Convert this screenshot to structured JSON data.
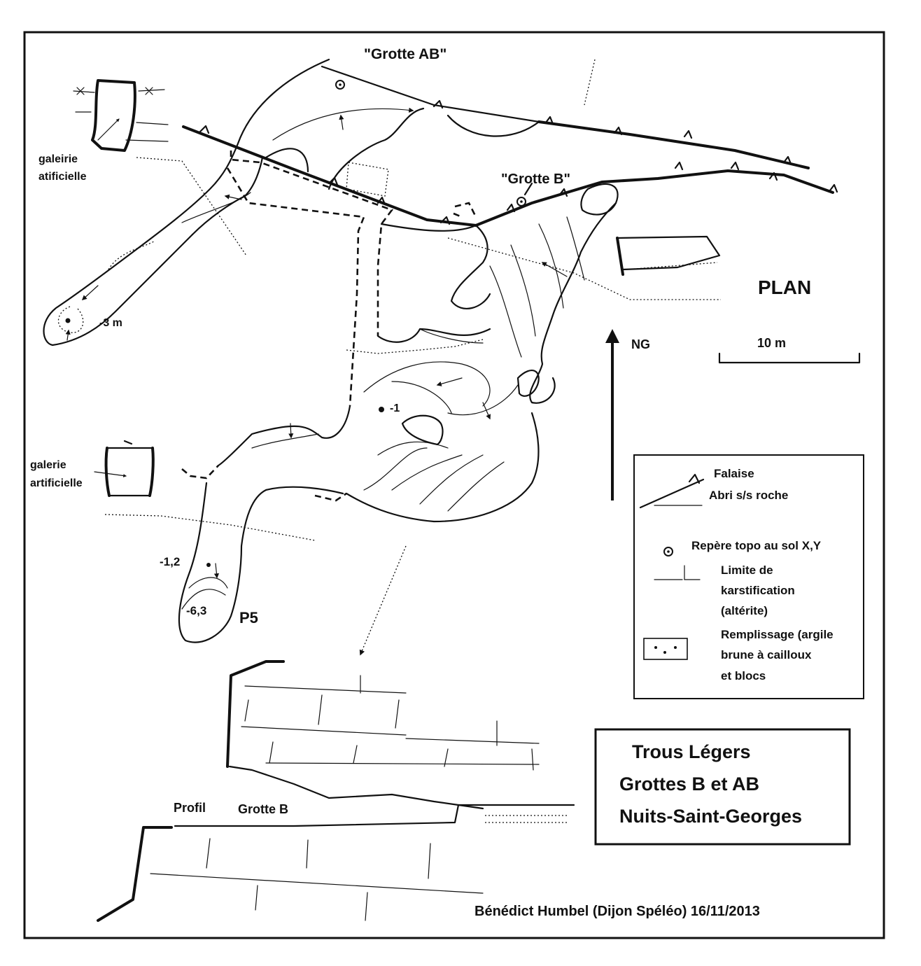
{
  "labels": {
    "grotte_ab": "\"Grotte AB\"",
    "grotte_b": "\"Grotte B\"",
    "galerie_top_1": "galeirie",
    "galerie_top_2": "atificielle",
    "galerie_mid_1": "galerie",
    "galerie_mid_2": "artificielle",
    "depth_minus3": "-3 m",
    "depth_minus1": "-1",
    "depth_minus1_2": "-1,2",
    "depth_minus6_3": "-6,3",
    "p5": "P5",
    "plan": "PLAN",
    "north": "NG",
    "scale": "10 m",
    "profil": "Profil",
    "grotte_b_profile": "Grotte B"
  },
  "legend": {
    "falaise": "Falaise",
    "abri": "Abri s/s roche",
    "repere": "Repère topo au sol X,Y",
    "limite_1": "Limite de",
    "limite_2": "karstification",
    "limite_3": "(altérite)",
    "remplissage_1": "Remplissage (argile",
    "remplissage_2": "brune à cailloux",
    "remplissage_3": "et blocs"
  },
  "title": {
    "line1": "Trous Légers",
    "line2": "Grottes B et AB",
    "line3": "Nuits-Saint-Georges"
  },
  "credit": "Bénédict Humbel (Dijon Spéléo) 16/11/2013"
}
